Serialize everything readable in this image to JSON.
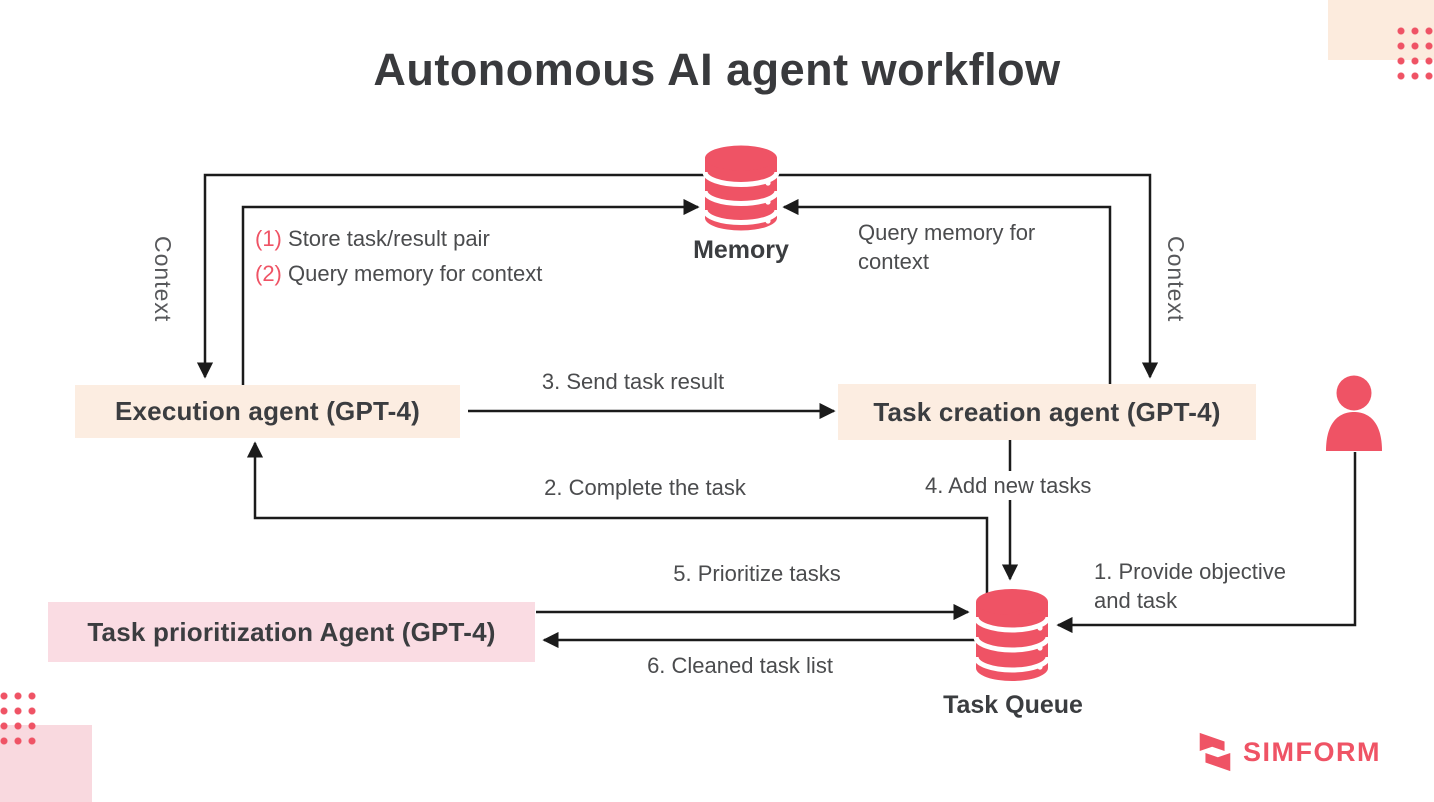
{
  "title": "Autonomous AI agent workflow",
  "colors": {
    "accent_red": "#EF5365",
    "peach_box": "#FCEDE1",
    "pink_box": "#FADCE3",
    "decor_peach": "#FCEBDD",
    "decor_pink": "#F9D9DF",
    "line_black": "#1B1B1B",
    "text_dark": "#3B3D40",
    "text_gray": "#4B4C4E"
  },
  "nodes": {
    "memory": {
      "label": "Memory",
      "icon": "database-icon"
    },
    "task_queue": {
      "label": "Task Queue",
      "icon": "database-icon"
    },
    "execution_agent": {
      "label": "Execution agent (GPT-4)"
    },
    "task_creation_agent": {
      "label": "Task creation agent (GPT-4)"
    },
    "task_prioritization_agent": {
      "label": "Task prioritization Agent (GPT-4)"
    },
    "user": {
      "icon": "person-icon"
    }
  },
  "annotations": {
    "context_left": "Context",
    "context_right": "Context",
    "memory_ops": {
      "num1": "(1)",
      "text1": "Store task/result pair",
      "num2": "(2)",
      "text2": "Query memory for context"
    },
    "query_memory": {
      "line1": "Query memory for",
      "line2": "context"
    }
  },
  "steps": {
    "s1": {
      "line1": "1. Provide objective",
      "line2": "and task"
    },
    "s2": "2. Complete the task",
    "s3": "3. Send task result",
    "s4": "4. Add new tasks",
    "s5": "5. Prioritize tasks",
    "s6": "6. Cleaned task list"
  },
  "logo": {
    "brand": "SIMFORM"
  }
}
